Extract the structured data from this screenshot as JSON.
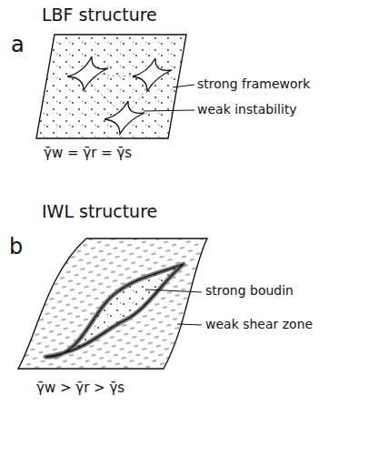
{
  "diagram": {
    "labels": [
      "LBF structure",
      "a",
      "strong framework",
      "weak instability",
      "γ̄w = γ̄r = γ̄s",
      "IWL structure",
      "b",
      "strong boudin",
      "weak shear zone",
      "γ̄w > γ̄r > γ̄s"
    ]
  }
}
